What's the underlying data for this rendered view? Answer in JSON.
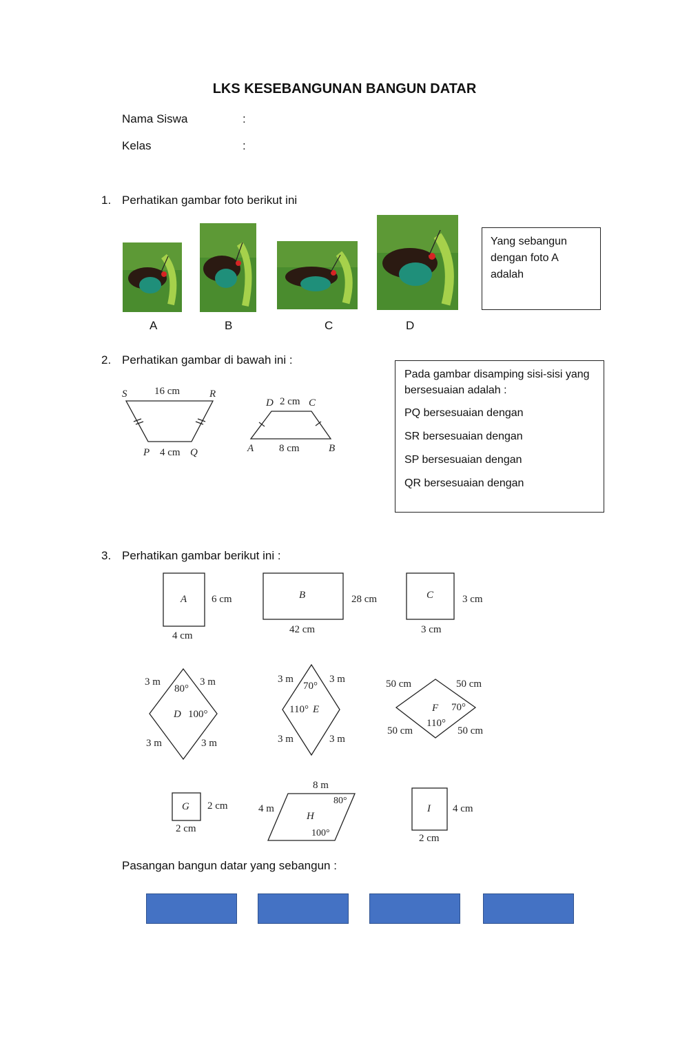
{
  "title": "LKS KESEBANGUNAN BANGUN DATAR",
  "identity": {
    "name_label": "Nama Siswa",
    "class_label": "Kelas",
    "colon": ":"
  },
  "q1": {
    "number": "1.",
    "prompt": "Perhatikan gambar foto berikut ini",
    "photos": [
      "A",
      "B",
      "C",
      "D"
    ],
    "answer_box": "Yang sebangun dengan foto A adalah"
  },
  "q2": {
    "number": "2.",
    "prompt": "Perhatikan gambar di bawah ini :",
    "trap1": {
      "S": "S",
      "R": "R",
      "P": "P",
      "Q": "Q",
      "top": "16 cm",
      "bottom": "4 cm"
    },
    "trap2": {
      "D": "D",
      "C": "C",
      "A": "A",
      "B": "B",
      "top": "2 cm",
      "bottom": "8 cm"
    },
    "box_intro": "Pada gambar disamping sisi-sisi yang bersesuaian adalah :",
    "lines": [
      "PQ bersesuaian dengan",
      "SR bersesuaian dengan",
      "SP bersesuaian dengan",
      "QR bersesuaian dengan"
    ]
  },
  "q3": {
    "number": "3.",
    "prompt": "Perhatikan gambar berikut ini :",
    "A": {
      "name": "A",
      "side": "6 cm",
      "base": "4 cm"
    },
    "B": {
      "name": "B",
      "side": "28 cm",
      "base": "42 cm"
    },
    "C": {
      "name": "C",
      "side": "3 cm",
      "base": "3 cm"
    },
    "D": {
      "name": "D",
      "tl": "3 m",
      "tr": "3 m",
      "bl": "3 m",
      "br": "3 m",
      "a1": "80°",
      "a2": "100°"
    },
    "E": {
      "name": "E",
      "tl": "3 m",
      "tr": "3 m",
      "bl": "3 m",
      "br": "3 m",
      "a1": "70°",
      "a2": "110°"
    },
    "F": {
      "name": "F",
      "tl": "50 cm",
      "tr": "50 cm",
      "bl": "50 cm",
      "br": "50 cm",
      "a1": "70°",
      "a2": "110°"
    },
    "G": {
      "name": "G",
      "side": "2 cm",
      "base": "2 cm"
    },
    "H": {
      "name": "H",
      "top": "8 m",
      "side": "4 m",
      "a1": "80°",
      "a2": "100°"
    },
    "I": {
      "name": "I",
      "side": "4 cm",
      "base": "2 cm"
    },
    "pairs_label": "Pasangan bangun datar yang sebangun :"
  },
  "colors": {
    "answer_box": "#4472c4",
    "photo_bg": "#3f8a2a"
  }
}
